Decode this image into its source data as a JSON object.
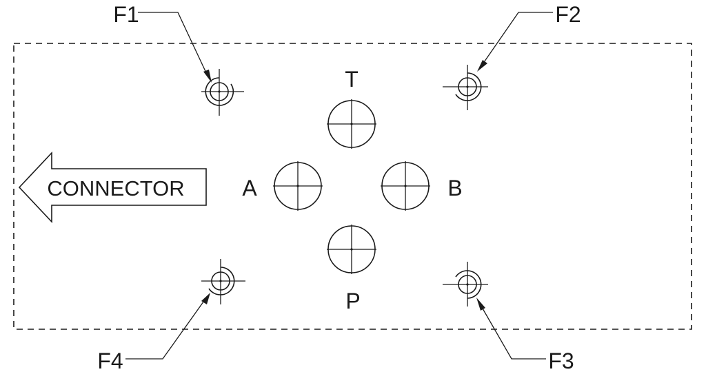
{
  "ports": {
    "t": "T",
    "a": "A",
    "b": "B",
    "p": "P"
  },
  "fixings": {
    "f1": "F1",
    "f2": "F2",
    "f3": "F3",
    "f4": "F4"
  },
  "connector": {
    "label": "CONNECTOR"
  }
}
